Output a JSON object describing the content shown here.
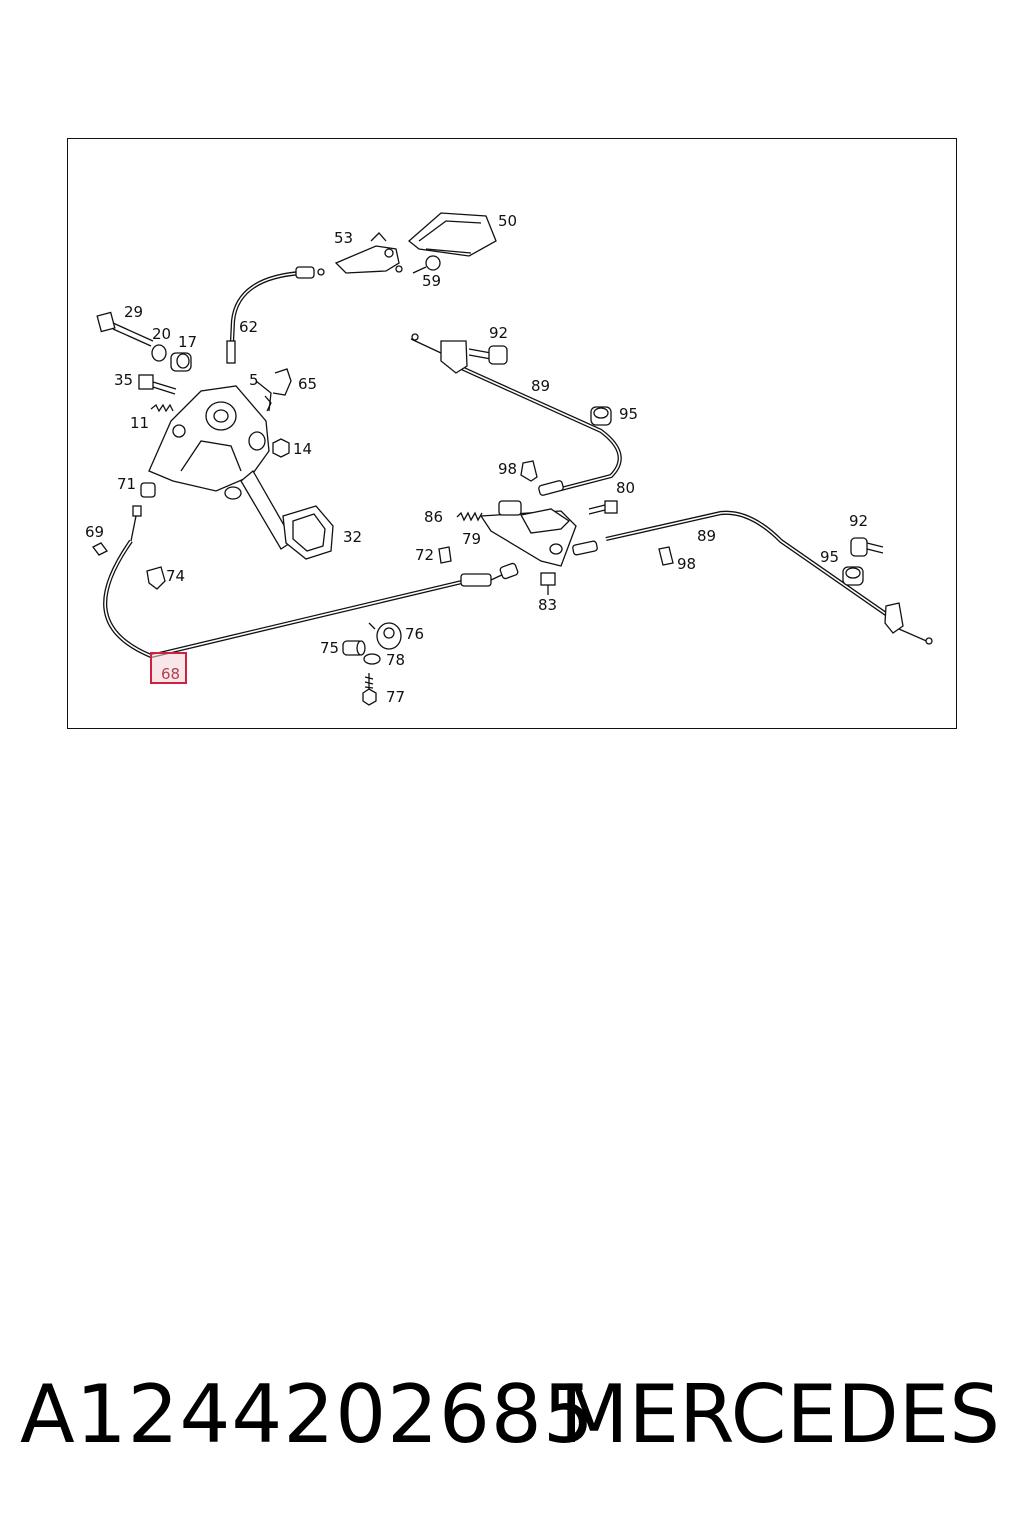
{
  "diagram": {
    "highlight_callout": "68",
    "callouts": [
      {
        "id": "50",
        "label": "50"
      },
      {
        "id": "53",
        "label": "53"
      },
      {
        "id": "59",
        "label": "59"
      },
      {
        "id": "62",
        "label": "62"
      },
      {
        "id": "29",
        "label": "29"
      },
      {
        "id": "20",
        "label": "20"
      },
      {
        "id": "17",
        "label": "17"
      },
      {
        "id": "35",
        "label": "35"
      },
      {
        "id": "5",
        "label": "5"
      },
      {
        "id": "65",
        "label": "65"
      },
      {
        "id": "11",
        "label": "11"
      },
      {
        "id": "14",
        "label": "14"
      },
      {
        "id": "71",
        "label": "71"
      },
      {
        "id": "32",
        "label": "32"
      },
      {
        "id": "69",
        "label": "69"
      },
      {
        "id": "74",
        "label": "74"
      },
      {
        "id": "92a",
        "label": "92"
      },
      {
        "id": "89a",
        "label": "89"
      },
      {
        "id": "95a",
        "label": "95"
      },
      {
        "id": "98a",
        "label": "98"
      },
      {
        "id": "80",
        "label": "80"
      },
      {
        "id": "86",
        "label": "86"
      },
      {
        "id": "79",
        "label": "79"
      },
      {
        "id": "72",
        "label": "72"
      },
      {
        "id": "83",
        "label": "83"
      },
      {
        "id": "89b",
        "label": "89"
      },
      {
        "id": "98b",
        "label": "98"
      },
      {
        "id": "92b",
        "label": "92"
      },
      {
        "id": "95b",
        "label": "95"
      },
      {
        "id": "75",
        "label": "75"
      },
      {
        "id": "76",
        "label": "76"
      },
      {
        "id": "78",
        "label": "78"
      },
      {
        "id": "77",
        "label": "77"
      },
      {
        "id": "68",
        "label": "68"
      }
    ]
  },
  "footer": {
    "part_number": "A1244202685",
    "brand": "MERCEDES"
  },
  "colors": {
    "highlight_fill": "#f4d2d6",
    "highlight_stroke": "#d02040",
    "highlight_text": "#b04050",
    "ink": "#111111"
  }
}
